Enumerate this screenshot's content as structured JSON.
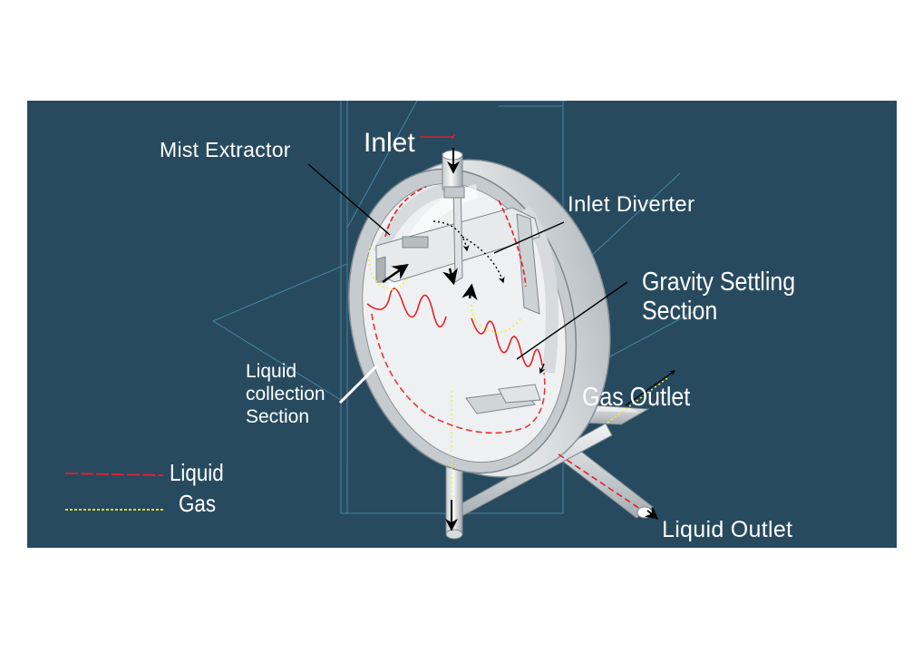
{
  "labels": {
    "mist_extractor": "Mist Extractor",
    "inlet": "Inlet",
    "inlet_diverter": "Inlet Diverter",
    "gravity_settling": [
      "Gravity Settling",
      "Section"
    ],
    "gas_outlet": "Gas Outlet",
    "liquid_outlet": "Liquid Outlet",
    "liquid_collection": [
      "Liquid",
      "collection",
      "Section"
    ]
  },
  "legend": [
    {
      "label": "Liquid",
      "color": "#e8202a",
      "style": "dashed"
    },
    {
      "label": "Gas",
      "color": "#f2f03a",
      "style": "dotted"
    }
  ],
  "colors": {
    "background": "#274a5f",
    "vessel": "#e6e8ea",
    "vessel_shadow": "#9aa3a8",
    "liquid_flow": "#e8202a",
    "gas_flow": "#f2f03a",
    "wireframe": "#4d8fb0"
  }
}
